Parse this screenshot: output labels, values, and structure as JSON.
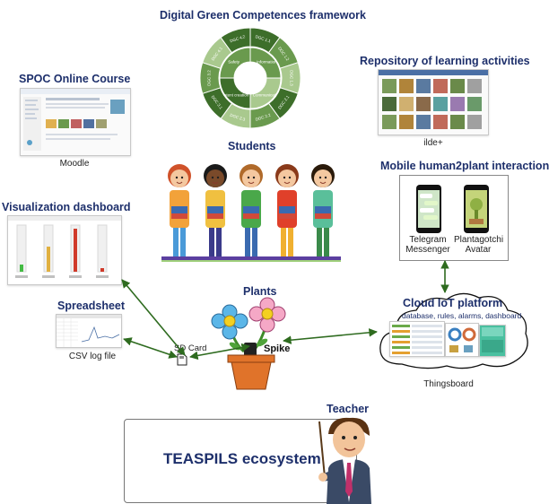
{
  "framework": {
    "title": "Digital Green Competences framework",
    "segment_labels": [
      "DGC 1.1",
      "DGC 1.2",
      "DGC 1.3",
      "DGC 2.1",
      "DGC 2.2",
      "DGC 2.3",
      "DGC 3.1",
      "DGC 3.2",
      "DGC 4.1",
      "DGC 4.2"
    ],
    "inner_labels": [
      "Information",
      "Communication",
      "Content creation",
      "Safety"
    ]
  },
  "spoc": {
    "title": "SPOC Online Course",
    "caption": "Moodle"
  },
  "repository": {
    "title": "Repository of learning activities",
    "caption": "ilde+"
  },
  "students": {
    "title": "Students"
  },
  "mobile": {
    "title": "Mobile human2plant interaction",
    "telegram": "Telegram Messenger",
    "plantagotchi": "Plantagotchi Avatar"
  },
  "visualization": {
    "title": "Visualization dashboard"
  },
  "spreadsheet": {
    "title": "Spreadsheet",
    "caption": "CSV log file"
  },
  "plants": {
    "title": "Plants",
    "sdcard": "SD Card",
    "spike": "Spike"
  },
  "cloud": {
    "title": "Cloud IoT platform",
    "subtitle": "database, rules, alarms, dashboard",
    "caption": "Thingsboard"
  },
  "teacher": {
    "title": "Teacher"
  },
  "ecosystem": {
    "title": "TEASPILS ecosystem"
  },
  "colors": {
    "title_blue": "#1d2f6b",
    "arrow_green": "#2e6b1f",
    "wheel_dark": "#3d6e2a",
    "wheel_mid": "#6a9a4e",
    "wheel_light": "#a9c98e"
  }
}
